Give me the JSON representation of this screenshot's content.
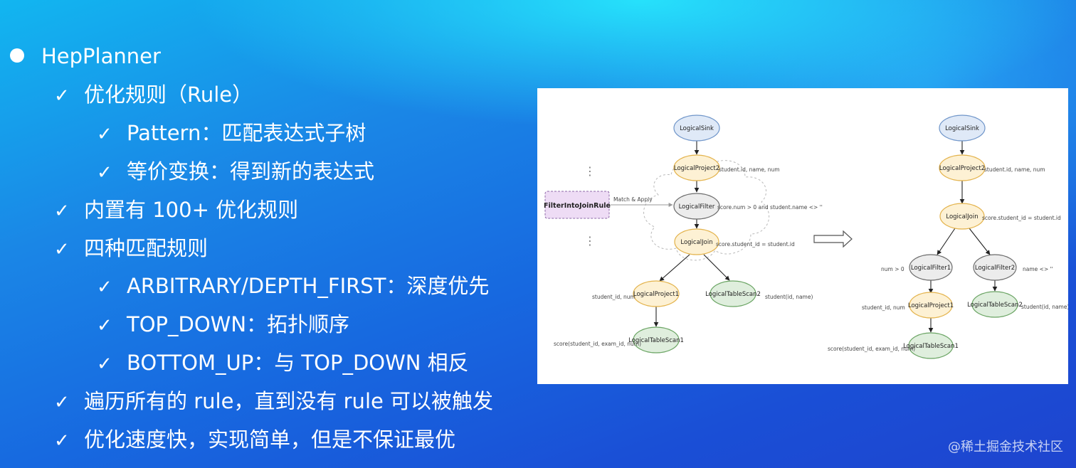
{
  "slide": {
    "title": "HepPlanner",
    "items": [
      {
        "level": 1,
        "text": "优化规则（Rule）"
      },
      {
        "level": 2,
        "text": "Pattern：匹配表达式子树"
      },
      {
        "level": 2,
        "text": "等价变换：得到新的表达式"
      },
      {
        "level": 1,
        "text": "内置有 100+ 优化规则"
      },
      {
        "level": 1,
        "text": "四种匹配规则"
      },
      {
        "level": 2,
        "text": "ARBITRARY/DEPTH_FIRST：深度优先"
      },
      {
        "level": 2,
        "text": "TOP_DOWN：拓扑顺序"
      },
      {
        "level": 2,
        "text": "BOTTOM_UP：与 TOP_DOWN 相反"
      },
      {
        "level": 1,
        "text": "遍历所有的 rule，直到没有 rule 可以被触发"
      },
      {
        "level": 1,
        "text": "优化速度快，实现简单，但是不保证最优"
      }
    ],
    "check_glyph": "✓"
  },
  "figure": {
    "rule_box": "FilterIntoJoinRule",
    "match_apply": "Match & Apply",
    "ellipsis": "⋮",
    "before": {
      "sink": "LogicalSink",
      "project2": "LogicalProject2",
      "project2_note": "student.id, name, num",
      "filter": "LogicalFilter",
      "filter_note": "score.num > 0 and student.name <> ''",
      "join": "LogicalJoin",
      "join_note": "score.student_id = student.id",
      "project1": "LogicalProject1",
      "project1_note": "student_id, num",
      "scan2": "LogicalTableScan2",
      "scan2_note": "student(id, name)",
      "scan1": "LogicalTableScan1",
      "scan1_note": "score(student_id, exam_id, num)"
    },
    "after": {
      "sink": "LogicalSink",
      "project2": "LogicalProject2",
      "project2_note": "student.id, name, num",
      "join": "LogicalJoin",
      "join_note": "score.student_id = student.id",
      "filter1": "LogicalFilter1",
      "filter1_note": "num > 0",
      "filter2": "LogicalFilter2",
      "filter2_note": "name <> ''",
      "project1": "LogicalProject1",
      "project1_note": "student_id, num",
      "scan2": "LogicalTableScan2",
      "scan2_note": "student(id, name)",
      "scan1": "LogicalTableScan1",
      "scan1_note": "score(student_id, exam_id, num)"
    },
    "colors": {
      "sink_fill": "#dfe9f7",
      "sink_stroke": "#6f95c9",
      "project_fill": "#fdf1d4",
      "project_stroke": "#e3b24a",
      "filter_fill": "#ececec",
      "filter_stroke": "#6b6b6b",
      "scan_fill": "#dfeedd",
      "scan_stroke": "#6aa463",
      "rule_fill": "#eedcf5",
      "rule_stroke": "#8d68a8"
    }
  },
  "watermark": "@稀土掘金技术社区"
}
